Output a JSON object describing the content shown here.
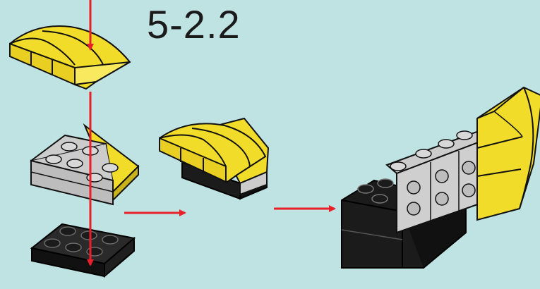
{
  "step": {
    "number": "5-2.2"
  },
  "colors": {
    "background": "#bfe2e2",
    "yellow": "#f2dc2a",
    "yellow_light": "#f8e95e",
    "yellow_dark": "#c9b21a",
    "gray": "#cccccc",
    "gray_dark": "#9a9a9a",
    "black": "#1b1b1b",
    "arrow": "#e8202a",
    "outline": "#111111"
  },
  "icons": {
    "assembly_arrow": "red-arrow-icon",
    "yellow_curved_brick": "yellow-curved-slope-brick",
    "gray_plate": "gray-plate-with-yellow-wedge",
    "black_plate": "black-2x3-plate"
  }
}
